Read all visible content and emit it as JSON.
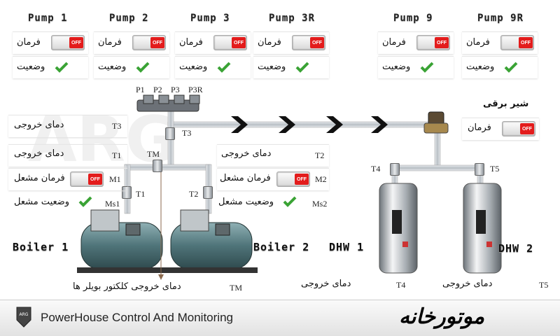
{
  "pumps": [
    {
      "title": "Pump 1",
      "command": "فرمان",
      "status": "وضعیت",
      "toggle": "OFF"
    },
    {
      "title": "Pump 2",
      "command": "فرمان",
      "status": "وضعیت",
      "toggle": "OFF"
    },
    {
      "title": "Pump 3",
      "command": "فرمان",
      "status": "وضعیت",
      "toggle": "OFF"
    },
    {
      "title": "Pump 3R",
      "command": "فرمان",
      "status": "وضعیت",
      "toggle": "OFF"
    },
    {
      "title": "Pump 9",
      "command": "فرمان",
      "status": "وضعیت",
      "toggle": "OFF"
    },
    {
      "title": "Pump 9R",
      "command": "فرمان",
      "status": "وضعیت",
      "toggle": "OFF"
    }
  ],
  "manifold_labels": [
    "P1",
    "P2",
    "P3",
    "P3R"
  ],
  "valve": {
    "title": "شیر برقی",
    "command": "فرمان",
    "toggle": "OFF"
  },
  "left": {
    "t3_label": "دمای خروجی",
    "t3_tag": "T3",
    "t1_label": "دمای خروجی",
    "t1_tag": "T1",
    "m1_label": "فرمان مشعل",
    "m1_tag": "M1",
    "m1_toggle": "OFF",
    "ms1_label": "وضعیت مشعل",
    "ms1_tag": "Ms1"
  },
  "middle": {
    "t2_label": "دمای خروجی",
    "t2_tag": "T2",
    "m2_label": "فرمان مشعل",
    "m2_tag": "M2",
    "m2_toggle": "OFF",
    "ms2_label": "وضعیت مشعل",
    "ms2_tag": "Ms2"
  },
  "diagram_tags": {
    "t3": "T3",
    "tm": "TM",
    "t1": "T1",
    "t2": "T2",
    "t4": "T4",
    "t5": "T5"
  },
  "boilers": {
    "boiler1": "Boiler 1",
    "boiler2": "Boiler 2",
    "dhw1": "DHW 1",
    "dhw2": "DHW 2"
  },
  "bottom": {
    "collector_label": "دمای خروجی کلکتور بویلر ها",
    "collector_tag": "TM",
    "dhw1_label": "دمای خروجی",
    "dhw1_tag": "T4",
    "dhw2_label": "دمای خروجی",
    "dhw2_tag": "T5"
  },
  "footer": {
    "logo_text": "ARG",
    "title": "PowerHouse Control And Monitoring",
    "brand": "موتورخانه"
  },
  "colors": {
    "off": "#e31c1c",
    "check": "#3aa335",
    "pipe": "#c9cdd1"
  }
}
